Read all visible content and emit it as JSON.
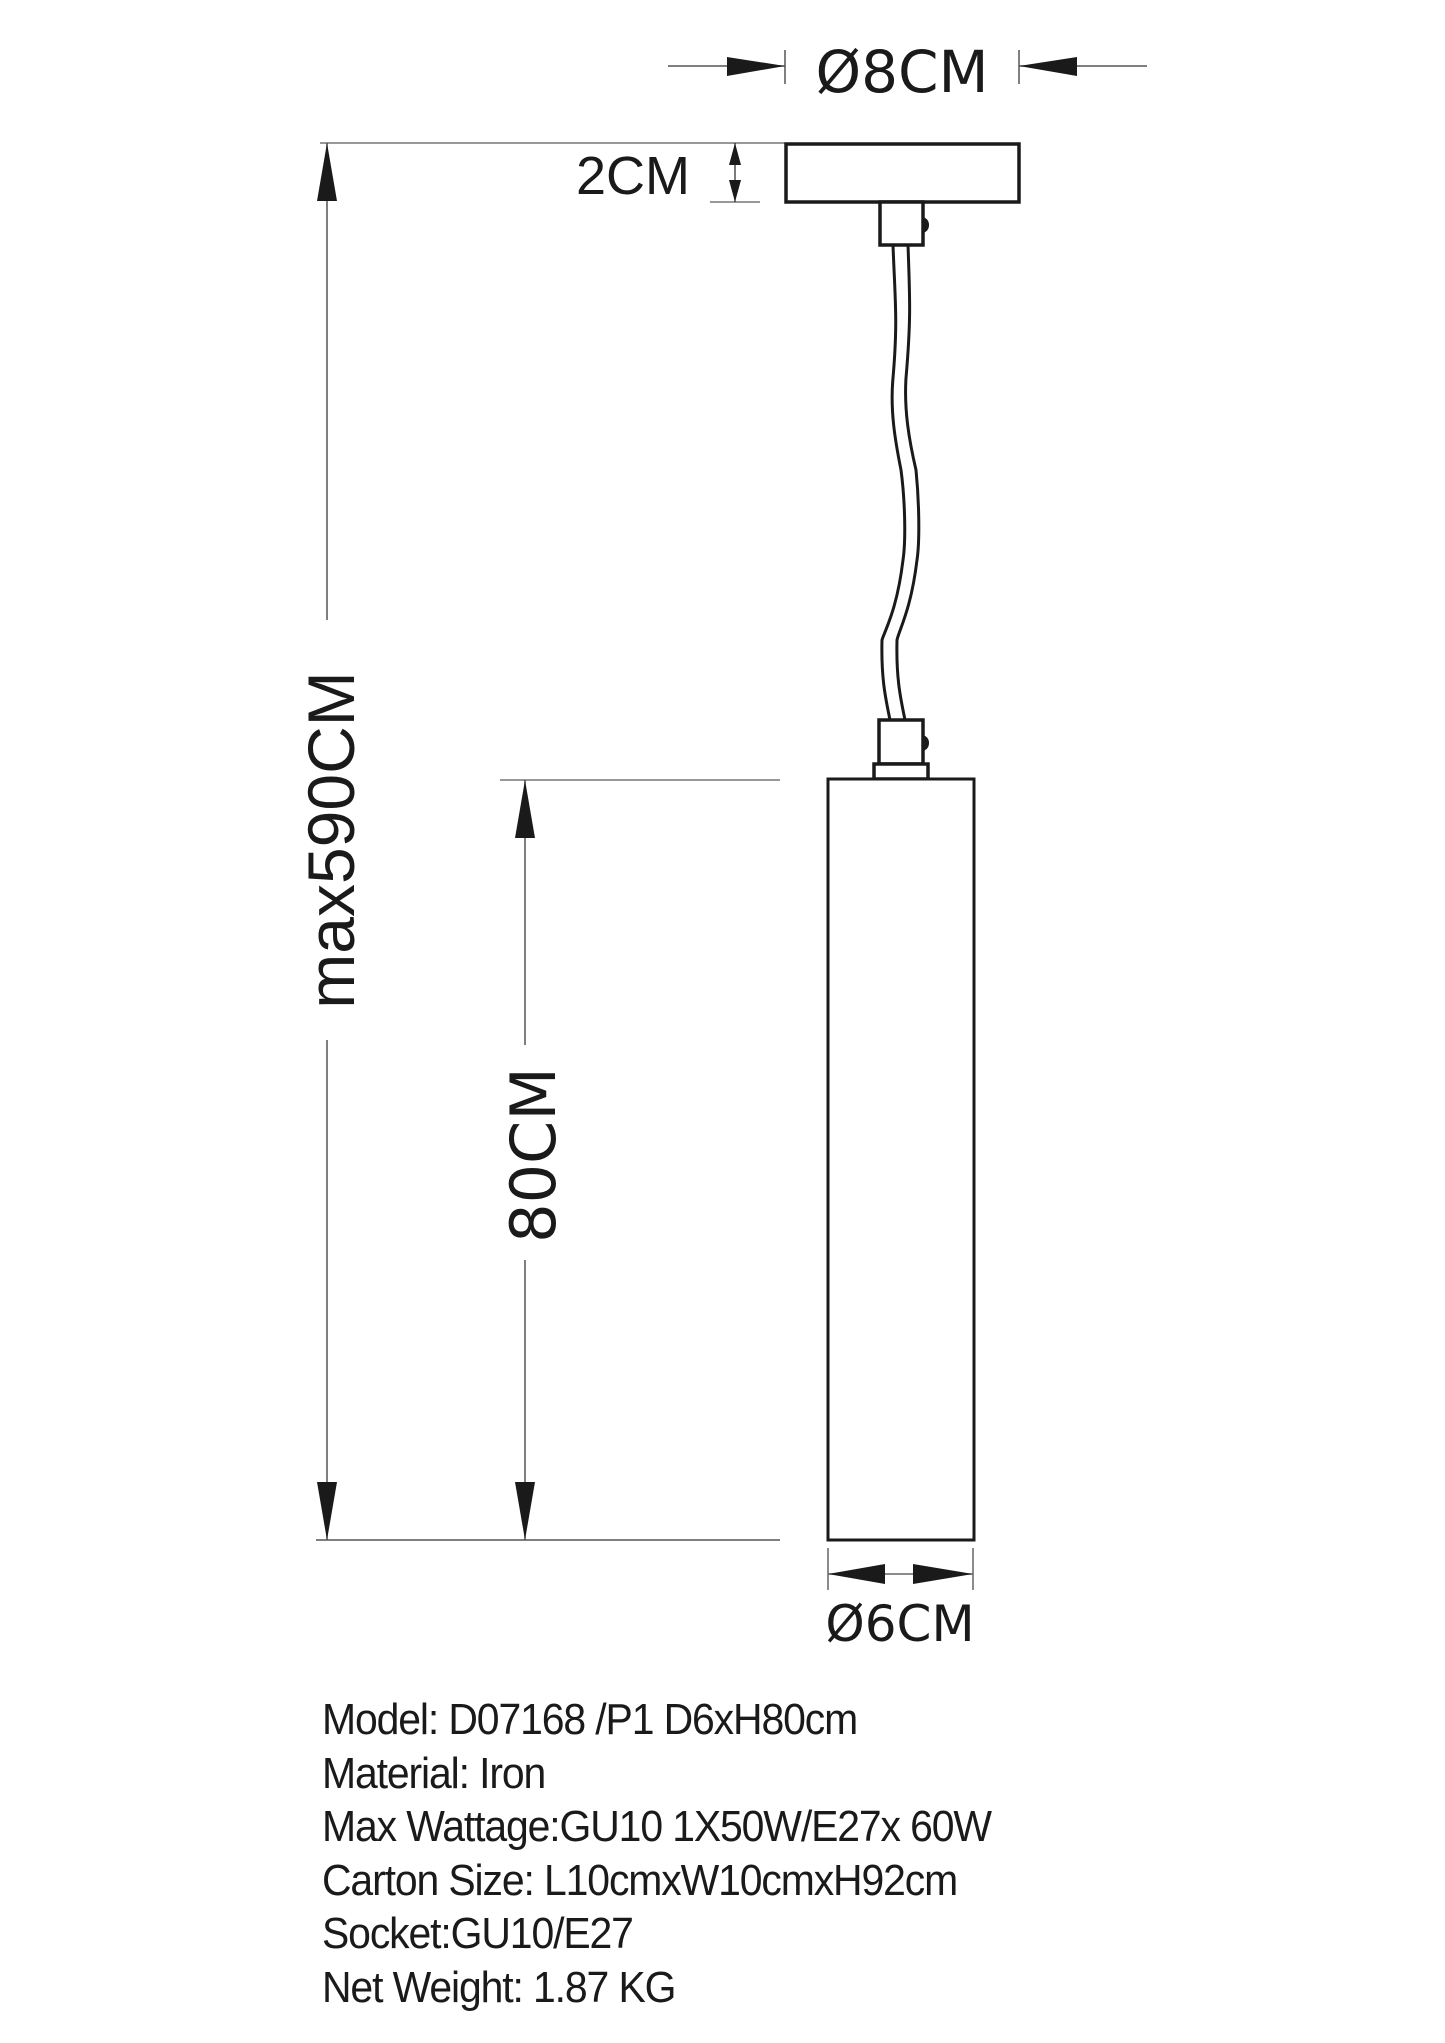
{
  "drawing": {
    "title": "Pendant lamp dimension drawing",
    "dimensions": {
      "canopy_diameter": "Ø8CM",
      "canopy_height": "2CM",
      "max_total_height": "max590CM",
      "shade_height": "80CM",
      "shade_diameter": "Ø6CM"
    },
    "colors": {
      "line": "#1a1a1a",
      "thin_line": "#555555",
      "background": "#ffffff"
    }
  },
  "specs": {
    "model": "Model: D07168 /P1 D6xH80cm",
    "material": "Material: Iron",
    "max_wattage": "Max Wattage:GU10 1X50W/E27x 60W",
    "carton_size": "Carton Size: L10cmxW10cmxH92cm",
    "socket": "Socket:GU10/E27",
    "net_weight": "Net Weight: 1.87 KG"
  }
}
